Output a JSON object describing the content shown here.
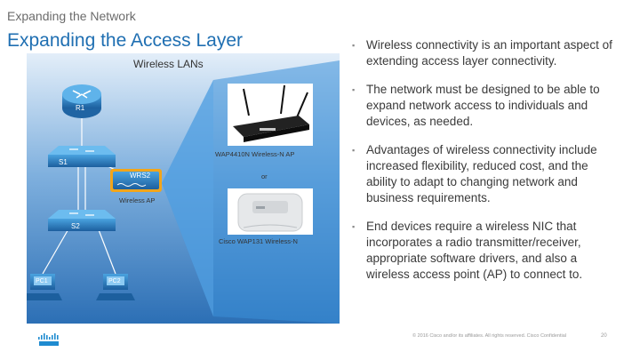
{
  "header": {
    "section": "Expanding the Network",
    "title": "Expanding the Access Layer"
  },
  "diagram": {
    "title": "Wireless LANs",
    "router": "R1",
    "switch_top": "S1",
    "switch_bottom": "S2",
    "ap_label": "WRS2",
    "ap_caption": "Wireless AP",
    "pc1": "PC1",
    "pc2": "PC2",
    "product1_caption": "WAP4410N Wireless-N AP",
    "or_text": "or",
    "product2_caption": "Cisco WAP131 Wireless-N",
    "colors": {
      "panel_top": "#dbe9f6",
      "panel_bottom": "#2f73b8",
      "device": "#2b7fc0"
    }
  },
  "bullets": [
    "Wireless connectivity is an important aspect of extending access layer connectivity.",
    "The network must be designed to be able to expand network access to individuals and devices, as needed.",
    "Advantages of wireless connectivity include increased flexibility, reduced cost, and the ability to adapt to changing network and business requirements.",
    "End devices require a wireless NIC that incorporates a radio transmitter/receiver, appropriate software drivers, and also a wireless access point (AP) to connect to."
  ],
  "bullet_marker": "▪",
  "footer": {
    "copyright": "© 2016 Cisco and/or its affiliates. All rights reserved. Cisco Confidential",
    "page": "20"
  },
  "logo_icon": "cisco-logo-icon"
}
